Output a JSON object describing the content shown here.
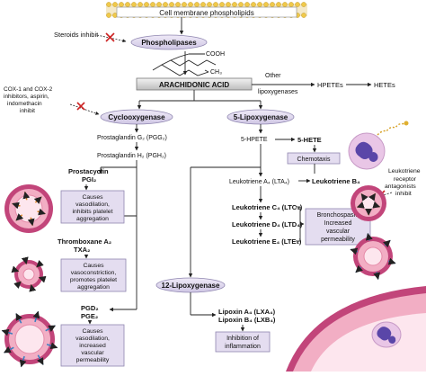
{
  "membrane": {
    "label": "Cell membrane phospholipids"
  },
  "steroids": {
    "label": "Steroids inhibit"
  },
  "phospholipases": {
    "label": "Phospholipases"
  },
  "structure": {
    "cooh": "COOH",
    "ch3": "CH₃"
  },
  "aa": {
    "label": "ARACHIDONIC ACID"
  },
  "other_lipox": {
    "line1": "Other",
    "line2": "lipoxygenases"
  },
  "hpetes": "HPETEs",
  "hetes": "HETEs",
  "cox_inhib": {
    "l1": "COX-1 and COX-2",
    "l2": "inhibitors, aspirin,",
    "l3": "indomethacin",
    "l4": "inhibit"
  },
  "cyclooxygenase": "Cyclooxygenase",
  "lipoxygenase5": "5-Lipoxygenase",
  "pgg2": "Prostaglandin G₂ (PGG₂)",
  "pgh2": "Prostaglandin H₂ (PGH₂)",
  "prostacyclin": {
    "l1": "Prostacyclin",
    "l2": "PGI₂"
  },
  "pgi2_effect": {
    "l1": "Causes",
    "l2": "vasodilation,",
    "l3": "inhibits platelet",
    "l4": "aggregation"
  },
  "thromboxane": {
    "l1": "Thromboxane A₂",
    "l2": "TXA₂"
  },
  "txa2_effect": {
    "l1": "Causes",
    "l2": "vasoconstriction,",
    "l3": "promotes platelet",
    "l4": "aggregation"
  },
  "pgd2": {
    "l1": "PGD₂",
    "l2": "PGE₂"
  },
  "pgd2_effect": {
    "l1": "Causes",
    "l2": "vasodilation,",
    "l3": "increased",
    "l4": "vascular",
    "l5": "permeability"
  },
  "hpete5": "5-HPETE",
  "hete5": "5-HETE",
  "chemotaxis": "Chemotaxis",
  "lta4": "Leukotriene A₄ (LTA₄)",
  "ltb4": "Leukotriene B₄",
  "ltc4": "Leukotriene C₄ (LTC₄)",
  "ltd4": "Leukotriene D₄ (LTD₄)",
  "lte4": "Leukotriene E₄ (LTE₄)",
  "bronch": {
    "l1": "Bronchospasm",
    "l2": "Increased",
    "l3": "vascular",
    "l4": "permeability"
  },
  "lt_antag": {
    "l1": "Leukotriene",
    "l2": "receptor",
    "l3": "antagonists",
    "l4": "inhibit"
  },
  "lipoxygenase12": "12-Lipoxygenase",
  "lxa4": "Lipoxin A₄ (LXA₄)",
  "lxb4": "Lipoxin B₄ (LXB₄)",
  "inflam": {
    "l1": "Inhibition of",
    "l2": "inflammation"
  },
  "colors": {
    "lavender": "#d9d2ea",
    "line": "#333333",
    "red_x": "#cc2222",
    "vessel_pink": "#f2aec4",
    "vessel_dark": "#c2457a",
    "cell_purple": "#5a46a8"
  }
}
